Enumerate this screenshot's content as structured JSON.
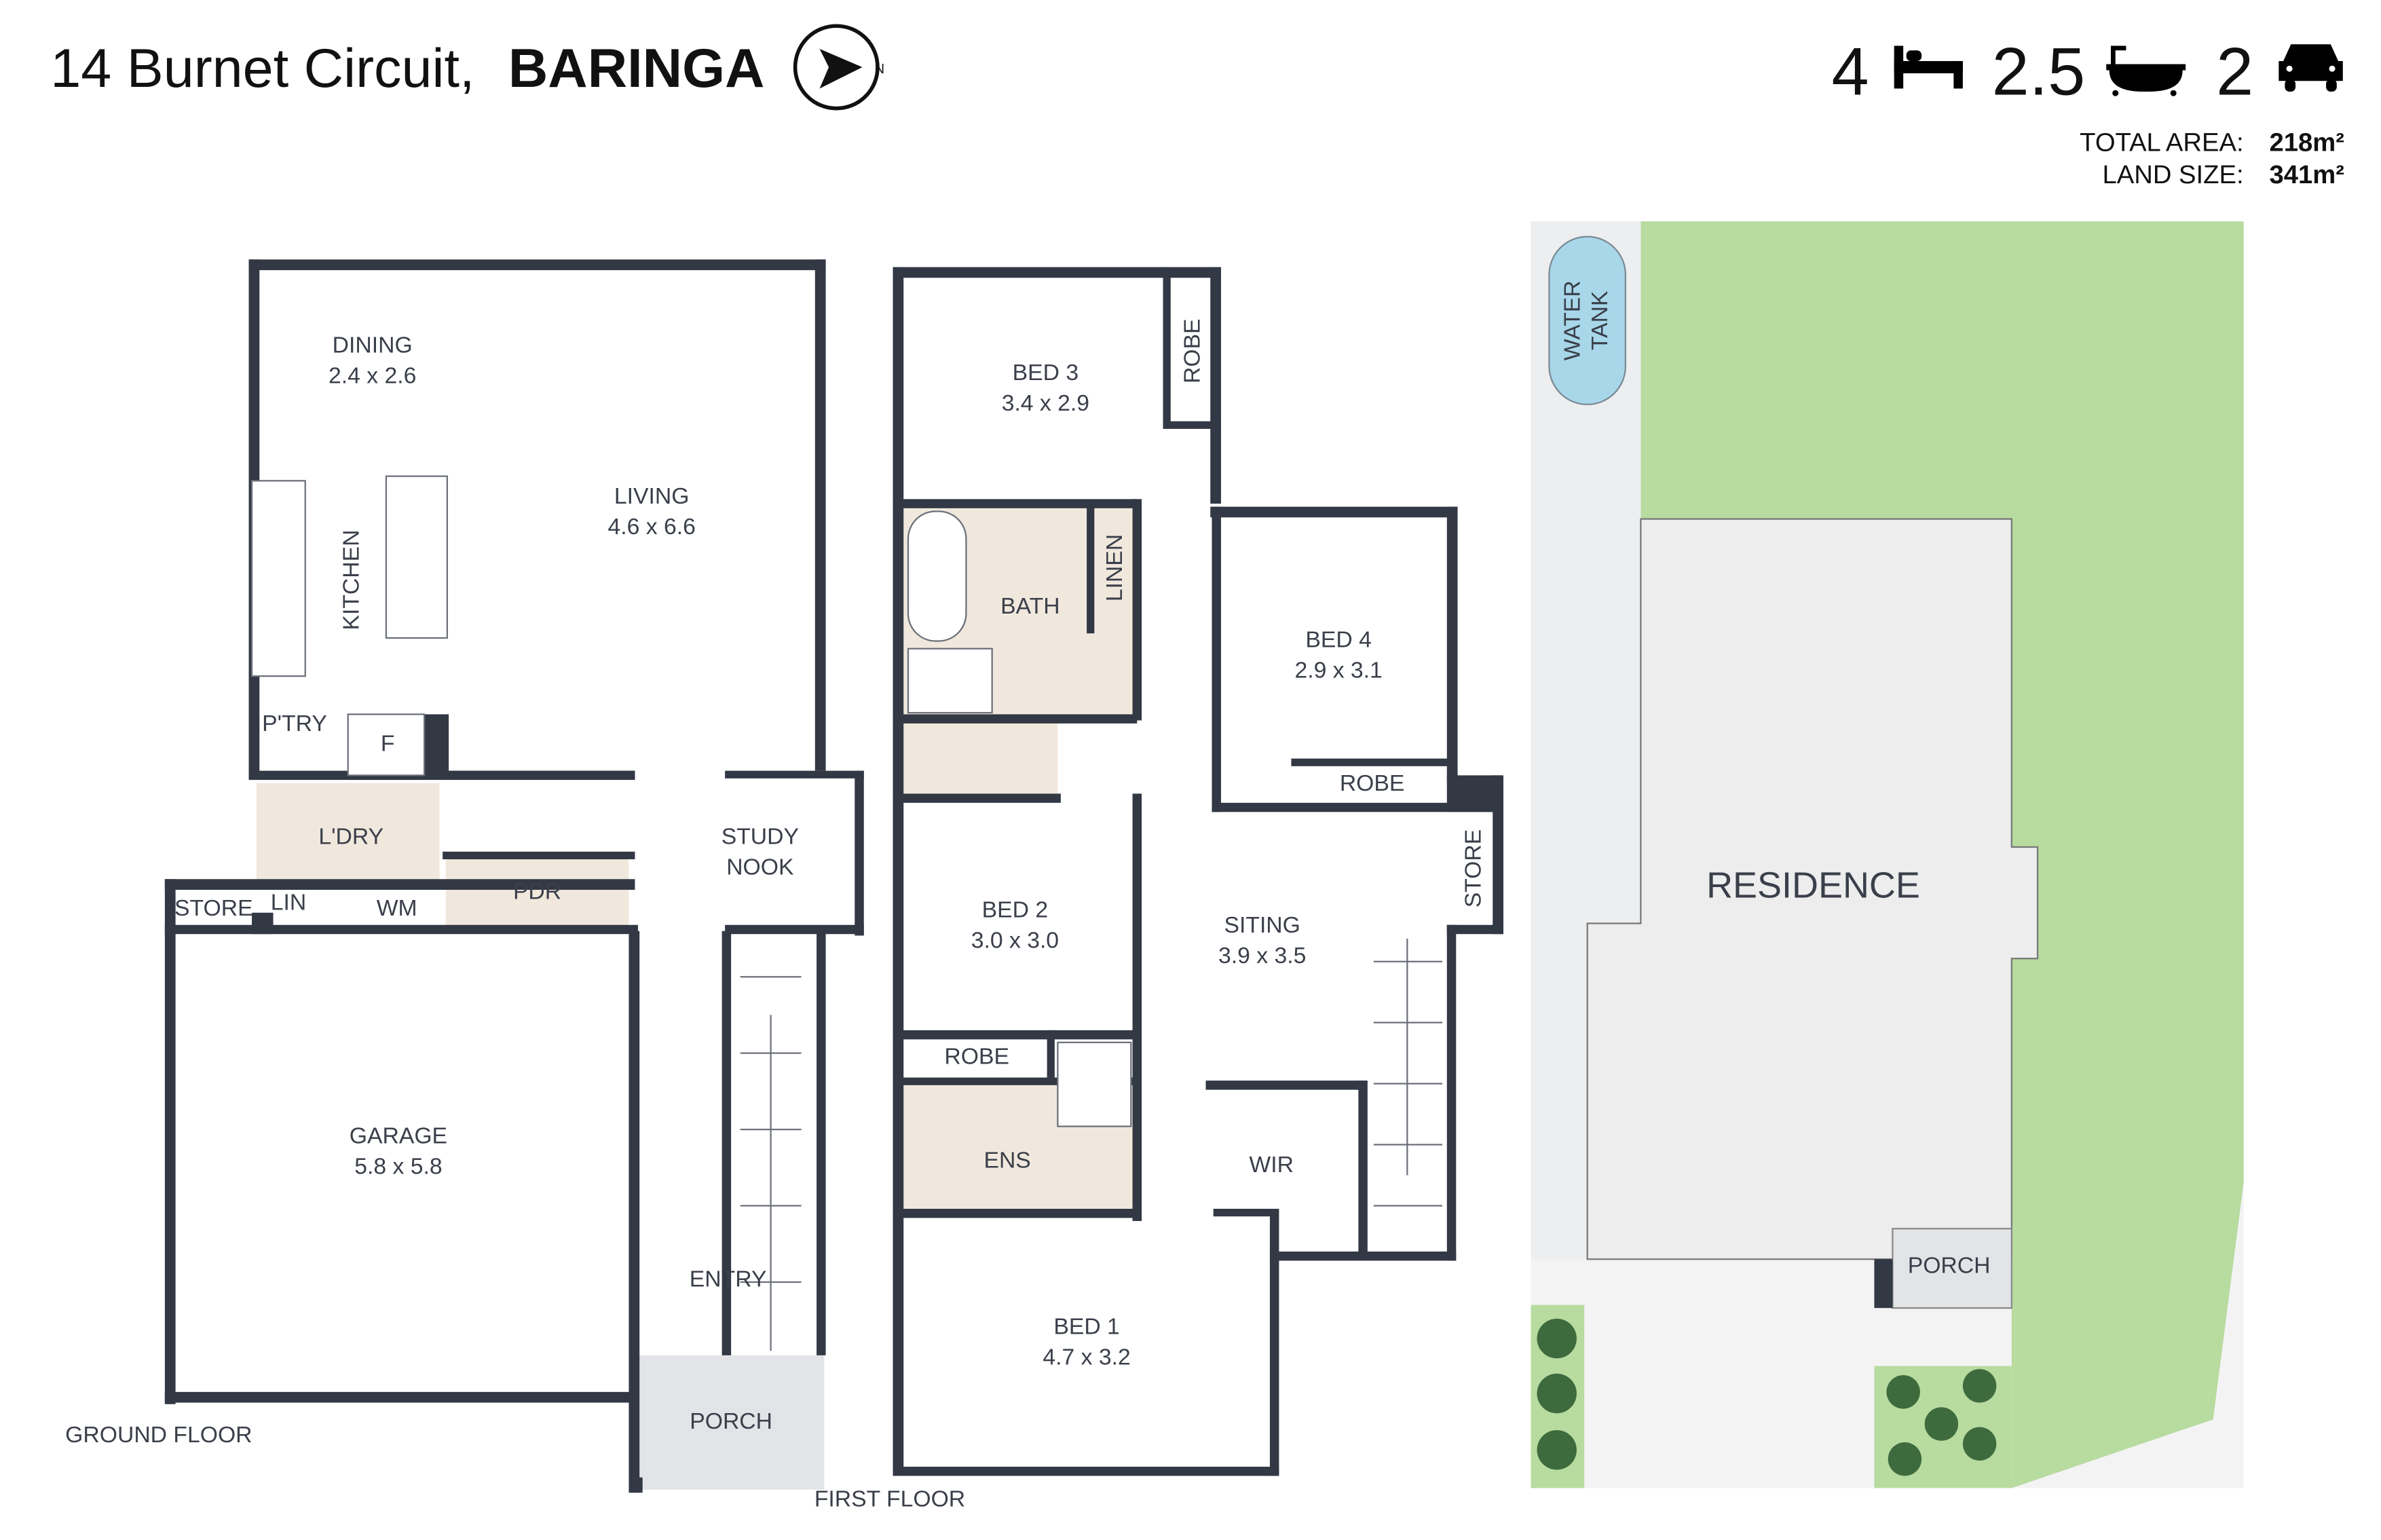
{
  "header": {
    "address": "14 Burnet Circuit,",
    "suburb": "BARINGA",
    "compass_label": "N"
  },
  "stats": {
    "beds": "4",
    "baths": "2.5",
    "cars": "2",
    "total_area_label": "TOTAL AREA:",
    "total_area": "218m²",
    "land_size_label": "LAND SIZE:",
    "land_size": "341m²"
  },
  "icons": [
    "bed-icon",
    "bath-icon",
    "car-icon",
    "compass-icon"
  ],
  "colors": {
    "wall": "#323844",
    "wet_area": "#f1e8dd",
    "lawn": "#b8dba0",
    "porch": "#e3e4e7"
  },
  "ground_floor": {
    "label": "GROUND FLOOR",
    "rooms": [
      {
        "name": "DINING",
        "size": "2.4 x 2.6"
      },
      {
        "name": "LIVING",
        "size": "4.6 x 6.6"
      },
      {
        "name": "KITCHEN"
      },
      {
        "name": "P'TRY"
      },
      {
        "name": "F"
      },
      {
        "name": "L'DRY"
      },
      {
        "name": "LIN"
      },
      {
        "name": "WM"
      },
      {
        "name": "PDR"
      },
      {
        "name": "STORE"
      },
      {
        "name": "STUDY",
        "name2": "NOOK"
      },
      {
        "name": "GARAGE",
        "size": "5.8 x 5.8"
      },
      {
        "name": "ENTRY"
      },
      {
        "name": "PORCH"
      }
    ]
  },
  "first_floor": {
    "label": "FIRST FLOOR",
    "rooms": [
      {
        "name": "BED 3",
        "size": "3.4 x 2.9"
      },
      {
        "name": "ROBE"
      },
      {
        "name": "BATH"
      },
      {
        "name": "LINEN"
      },
      {
        "name": "BED 4",
        "size": "2.9 x 3.1"
      },
      {
        "name": "ROBE"
      },
      {
        "name": "BED 2",
        "size": "3.0 x 3.0"
      },
      {
        "name": "ROBE"
      },
      {
        "name": "SITING",
        "size": "3.9 x 3.5"
      },
      {
        "name": "STORE"
      },
      {
        "name": "ENS"
      },
      {
        "name": "WIR"
      },
      {
        "name": "BED 1",
        "size": "4.7 x 3.2"
      }
    ]
  },
  "site": {
    "water_tank": "WATER",
    "water_tank2": "TANK",
    "residence": "RESIDENCE",
    "porch": "PORCH"
  }
}
